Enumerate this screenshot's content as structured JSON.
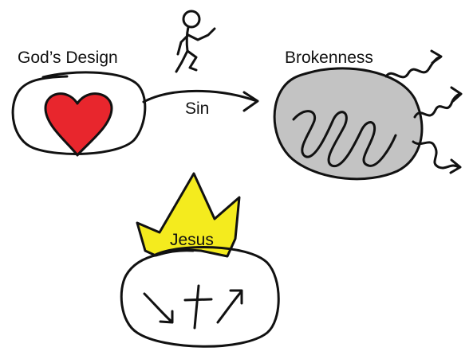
{
  "labels": {
    "gods_design": "God’s Design",
    "brokenness": "Brokenness",
    "sin": "Sin",
    "jesus": "Jesus"
  },
  "colors": {
    "ink": "#111111",
    "heart": "#e8262d",
    "brokenness_fill": "#c3c3c3",
    "crown": "#f4eb1e",
    "background": "#ffffff"
  },
  "icons": {
    "figure": "running-stick-figure-icon",
    "heart": "heart-icon",
    "crown": "crown-icon",
    "scribble": "scribble-icon"
  }
}
